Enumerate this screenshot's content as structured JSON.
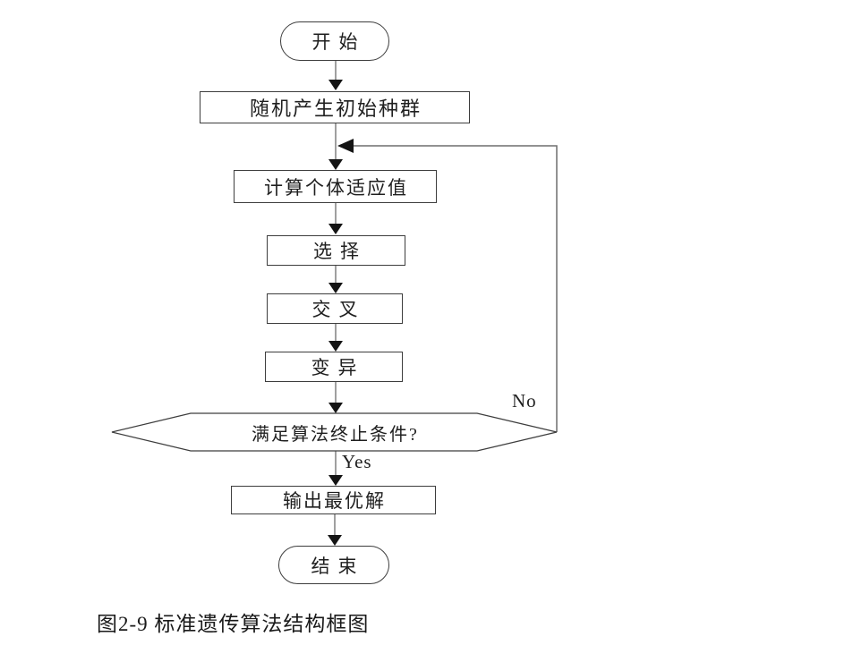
{
  "figure_caption": "图2-9 标准遗传算法结构框图",
  "nodes": {
    "start": "开始",
    "init_population": "随机产生初始种群",
    "fitness": "计算个体适应值",
    "selection": "选择",
    "crossover": "交叉",
    "mutation": "变异",
    "termination": "满足算法终止条件?",
    "output": "输出最优解",
    "end": "结束"
  },
  "branch_labels": {
    "no": "No",
    "yes": "Yes"
  },
  "colors": {
    "background": "#ffffff",
    "shape_border": "#3d3d3d",
    "connector": "#808080",
    "arrowhead": "#141414",
    "text": "#1f1f1f"
  }
}
